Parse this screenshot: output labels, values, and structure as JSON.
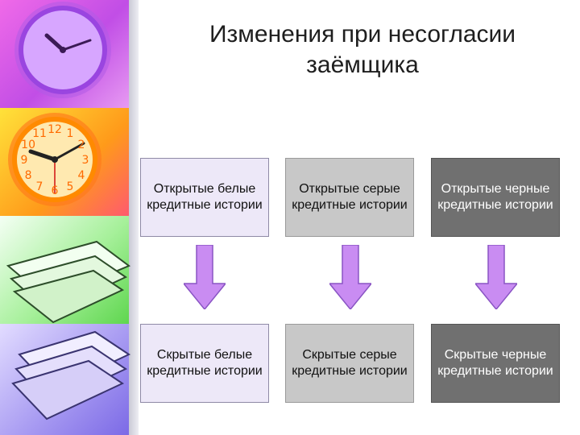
{
  "title": "Изменения при несогласии заёмщика",
  "colors": {
    "white_box": "#ede8f8",
    "gray_box": "#c8c8c8",
    "black_box": "#707070",
    "arrow": "#c98cf2"
  },
  "columns": [
    {
      "top": "Открытые белые кредитные истории",
      "bottom": "Скрытые белые кредитные истории"
    },
    {
      "top": "Открытые серые кредитные истории",
      "bottom": "Скрытые серые кредитные истории"
    },
    {
      "top": "Открытые черные кредитные истории",
      "bottom": "Скрытые черные кредитные истории"
    }
  ],
  "clock_numbers": [
    "12",
    "1",
    "2",
    "3",
    "4",
    "5",
    "6",
    "7",
    "8",
    "9",
    "10",
    "11"
  ]
}
